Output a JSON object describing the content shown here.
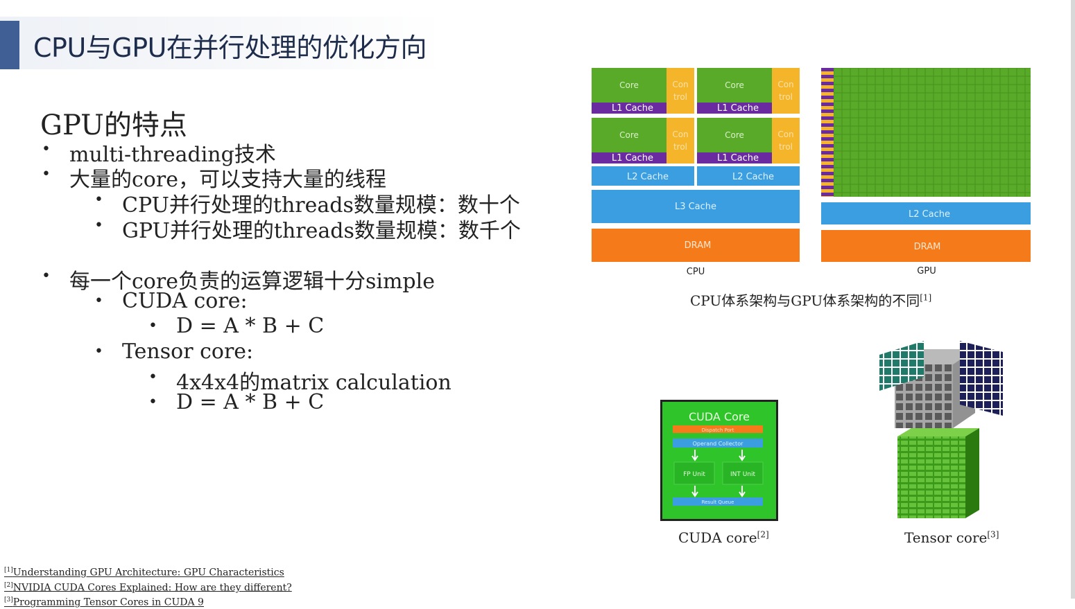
{
  "slide": {
    "title": "CPU与GPU在并行处理的优化方向",
    "heading": "GPU的特点",
    "bullets": {
      "b1": "multi-threading技术",
      "b2": "大量的core，可以支持大量的线程",
      "b2a": "CPU并行处理的threads数量规模：数十个",
      "b2b": "GPU并行处理的threads数量规模：数千个",
      "b3": "每一个core负责的运算逻辑十分simple",
      "b3a": "CUDA core:",
      "b3a1": "D = A * B + C",
      "b3b": "Tensor core:",
      "b3b1": "4x4x4的matrix calculation",
      "b3b2": "D = A * B + C"
    },
    "bullet_glyph": "•"
  },
  "arch_diagram": {
    "core": "Core",
    "control_1": "Con",
    "control_2": "trol",
    "l1": "L1 Cache",
    "l2": "L2 Cache",
    "l3": "L3 Cache",
    "dram": "DRAM",
    "cpu_label": "CPU",
    "gpu_label": "GPU",
    "caption": "CPU体系架构与GPU体系架构的不同",
    "caption_ref": "[1]",
    "colors": {
      "core": "#5aaa2a",
      "control": "#f5b52a",
      "l1": "#6a2aa0",
      "cache": "#3a9ee0",
      "dram": "#f57a1a"
    }
  },
  "cuda_core": {
    "title": "CUDA Core",
    "dispatch": "Dispatch Port",
    "operand": "Operand Collector",
    "fp": "FP Unit",
    "int": "INT Unit",
    "result": "Result Queue",
    "caption": "CUDA core",
    "caption_ref": "[2]"
  },
  "tensor_core": {
    "caption": "Tensor core",
    "caption_ref": "[3]"
  },
  "references": [
    {
      "num": "[1]",
      "text": "Understanding GPU Architecture: GPU Characteristics"
    },
    {
      "num": "[2]",
      "text": "NVIDIA CUDA Cores Explained: How are they different?"
    },
    {
      "num": "[3]",
      "text": "Programming Tensor Cores in CUDA 9"
    }
  ]
}
